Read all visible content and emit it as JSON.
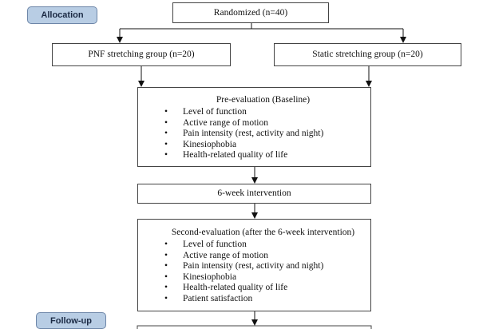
{
  "stages": {
    "allocation": "Allocation",
    "follow_up": "Follow-up"
  },
  "randomized": "Randomized (n=40)",
  "groups": [
    "PNF stretching group (n=20)",
    "Static stretching group (n=20)"
  ],
  "pre_evaluation": {
    "title": "Pre-evaluation (Baseline)",
    "items": [
      "Level of function",
      "Active range of motion",
      "Pain intensity (rest, activity and night)",
      "Kinesiophobia",
      "Health-related quality of life"
    ]
  },
  "intervention": "6-week intervention",
  "second_evaluation": {
    "title": "Second-evaluation (after the 6-week intervention)",
    "items": [
      "Level of function",
      "Active range of motion",
      "Pain intensity (rest, activity and night)",
      "Kinesiophobia",
      "Health-related quality of life",
      "Patient satisfaction"
    ]
  }
}
